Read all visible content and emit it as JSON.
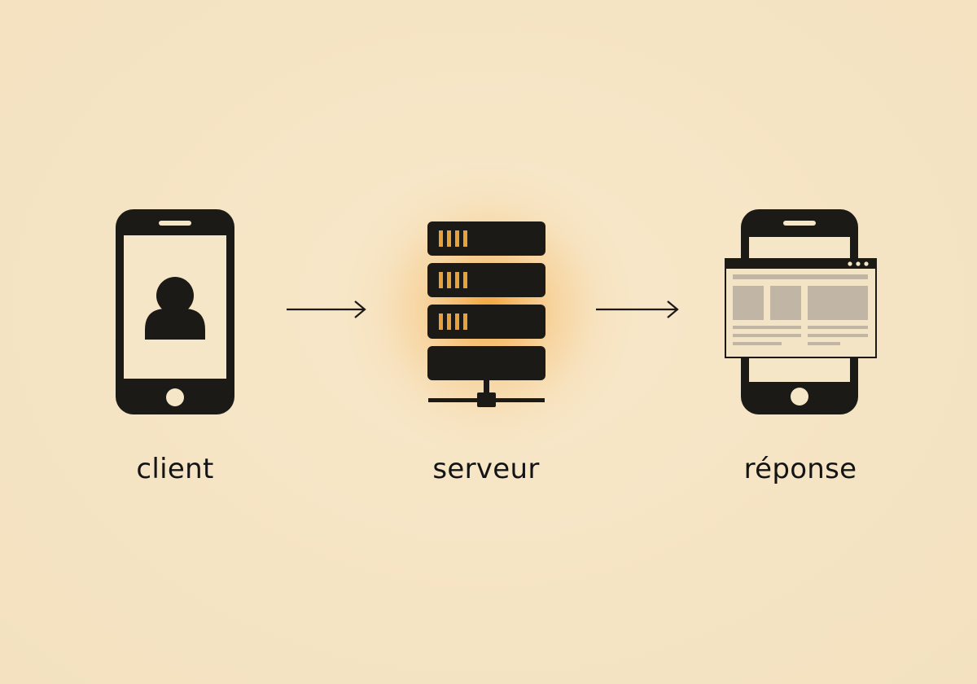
{
  "nodes": [
    {
      "id": "client",
      "label": "client",
      "icon": "smartphone-user-icon"
    },
    {
      "id": "server",
      "label": "serveur",
      "icon": "server-rack-icon"
    },
    {
      "id": "response",
      "label": "réponse",
      "icon": "smartphone-webpage-icon"
    }
  ],
  "edges": [
    {
      "from": "client",
      "to": "server"
    },
    {
      "from": "server",
      "to": "response"
    }
  ],
  "colors": {
    "background": "#f6e6c8",
    "ink": "#1c1a17",
    "glow": "#f3a032",
    "led": "#e8a23d",
    "webpage_panel": "#c1b6a5"
  }
}
